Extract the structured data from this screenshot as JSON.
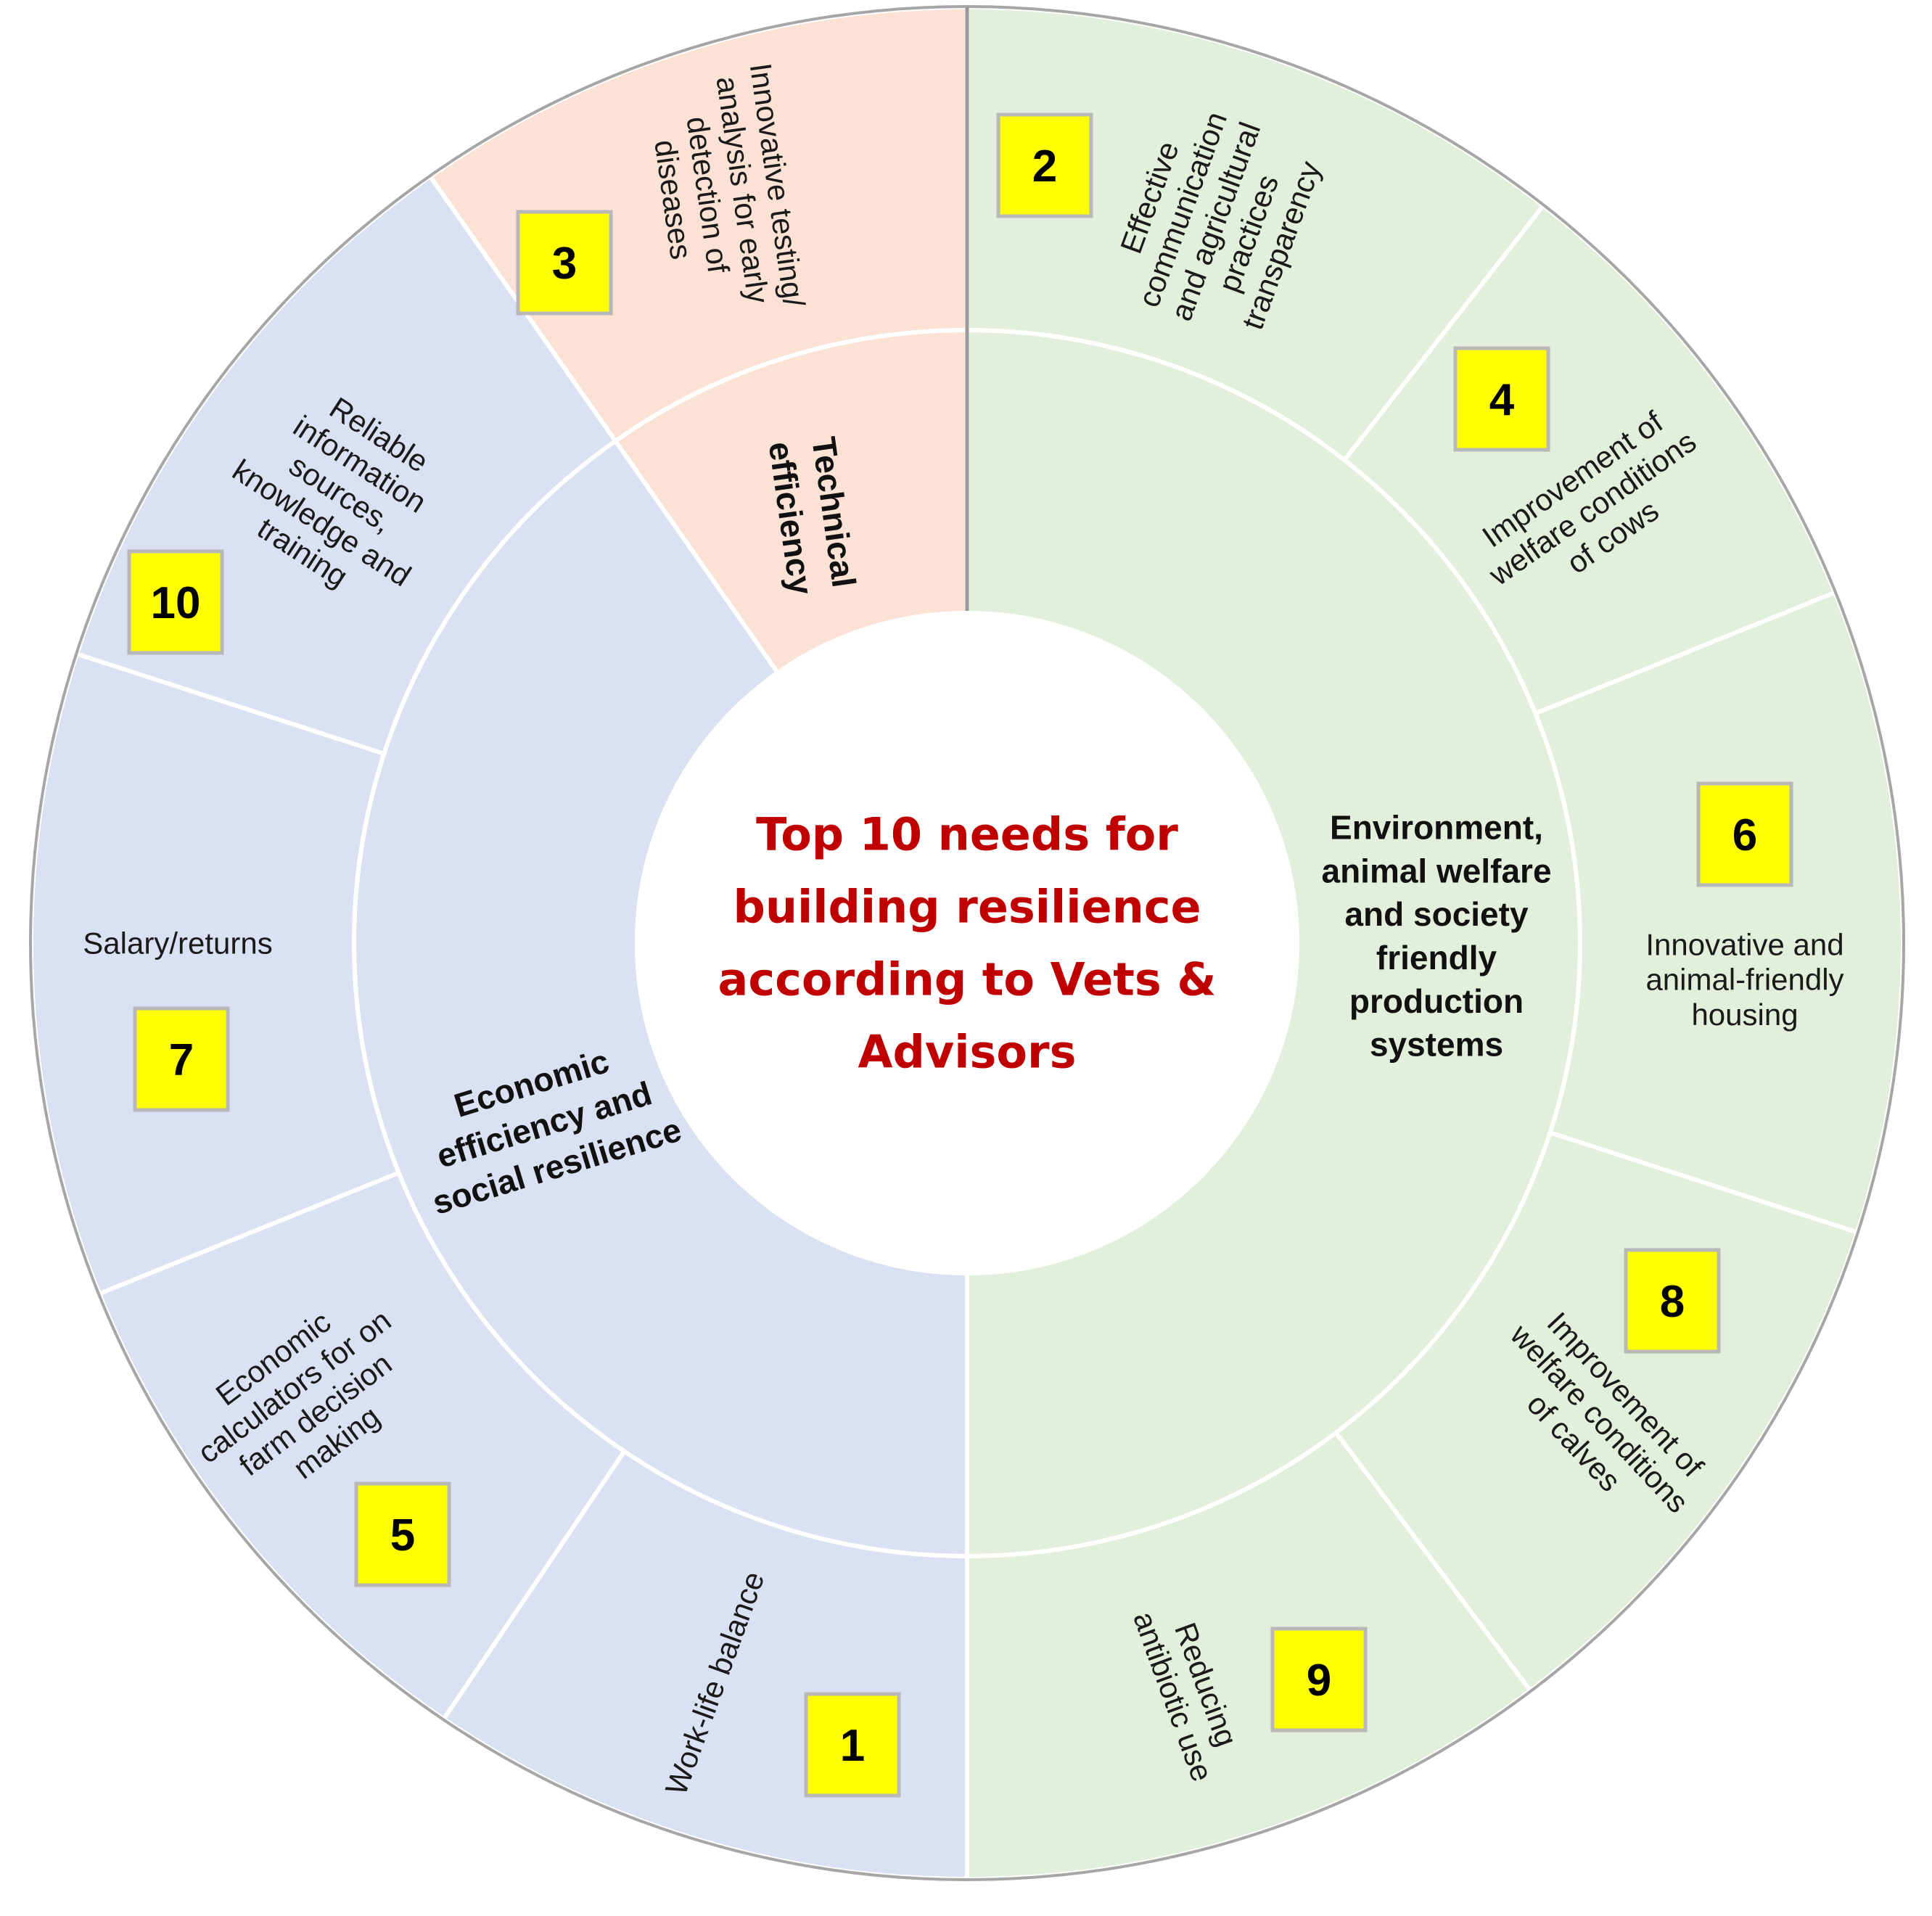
{
  "colors": {
    "environment_fill": "#e2efda",
    "economic_fill": "#d9e1f2",
    "technical_fill": "#fbe2d5",
    "center_fill": "#ffffff",
    "title_color": "#c00000",
    "rank_fill": "#ffff00",
    "ring_outline": "#a6a6a6"
  },
  "center": {
    "lines": [
      "Top 10 needs for",
      "building resilience",
      "according to Vets &",
      "Advisors"
    ]
  },
  "categories": [
    {
      "id": "environment",
      "lines": [
        "Environment,",
        "animal welfare",
        "and society",
        "friendly",
        "production",
        "systems"
      ],
      "color": "#e2efda"
    },
    {
      "id": "economic",
      "lines": [
        "Economic",
        "efficiency and",
        "social resilience"
      ],
      "color": "#d9e1f2"
    },
    {
      "id": "technical",
      "lines": [
        "Technical",
        "efficiency"
      ],
      "color": "#fbe2d5"
    }
  ],
  "needs": [
    {
      "rank": "2",
      "category": "environment",
      "lines": [
        "Effective",
        "communication",
        "and agricultural",
        "practices",
        "transparency"
      ]
    },
    {
      "rank": "4",
      "category": "environment",
      "lines": [
        "Improvement of",
        "welfare conditions",
        "of cows"
      ]
    },
    {
      "rank": "6",
      "category": "environment",
      "lines": [
        "Innovative and",
        "animal-friendly",
        "housing"
      ]
    },
    {
      "rank": "8",
      "category": "environment",
      "lines": [
        "Improvement of",
        "welfare conditions",
        "of calves"
      ]
    },
    {
      "rank": "9",
      "category": "environment",
      "lines": [
        "Reducing",
        "antibiotic use"
      ]
    },
    {
      "rank": "1",
      "category": "economic",
      "lines": [
        "Work-life balance"
      ]
    },
    {
      "rank": "5",
      "category": "economic",
      "lines": [
        "Economic",
        "calculators for on",
        "farm decision",
        "making"
      ]
    },
    {
      "rank": "7",
      "category": "economic",
      "lines": [
        "Salary/returns"
      ]
    },
    {
      "rank": "10",
      "category": "economic",
      "lines": [
        "Reliable",
        "information",
        "sources,",
        "knowledge and",
        "training"
      ]
    },
    {
      "rank": "3",
      "category": "technical",
      "lines": [
        "Innovative testing/",
        "analysis for early",
        "detection of",
        "diseases"
      ]
    }
  ]
}
